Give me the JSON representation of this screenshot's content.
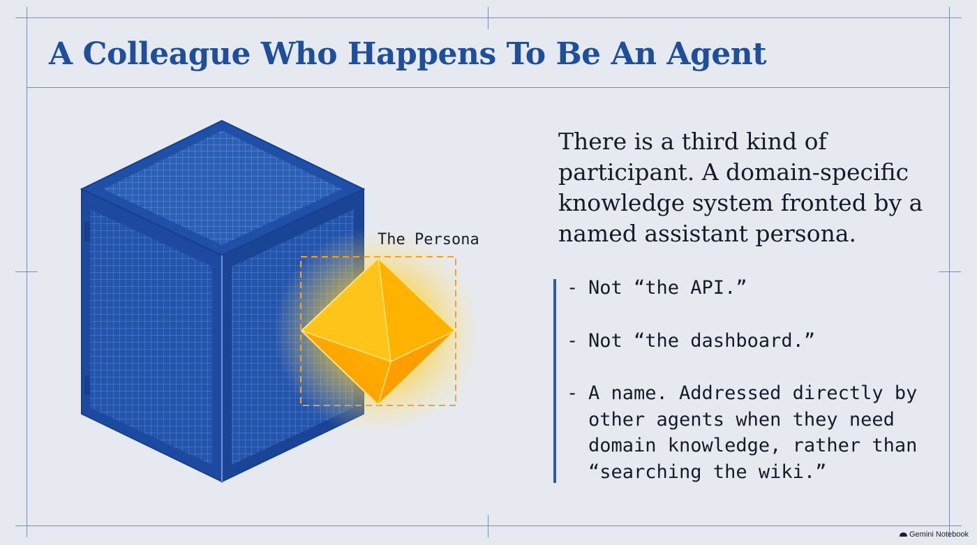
{
  "slide": {
    "title": "A Colleague Who Happens To Be An Agent",
    "intro": "There is a third kind of participant. A domain-specific knowledge system fronted by a named assistant persona.",
    "bullets": [
      "Not “the API.”",
      "Not “the dashboard.”",
      "A name. Addressed directly by other agents when they need domain knowledge, rather than “searching the wiki.”"
    ],
    "persona_label": "The Persona"
  },
  "branding": {
    "label": "Gemini Notebook",
    "icon": "gemini-notebook-icon"
  },
  "colors": {
    "background": "#e6eaf0",
    "title": "#1f4f9a",
    "cube": "#1f4fa6",
    "persona_gem": "#ffb000",
    "frame_lines": "#6f8fc4",
    "accent_bar": "#2a5aa6",
    "body_text": "#151b28"
  }
}
